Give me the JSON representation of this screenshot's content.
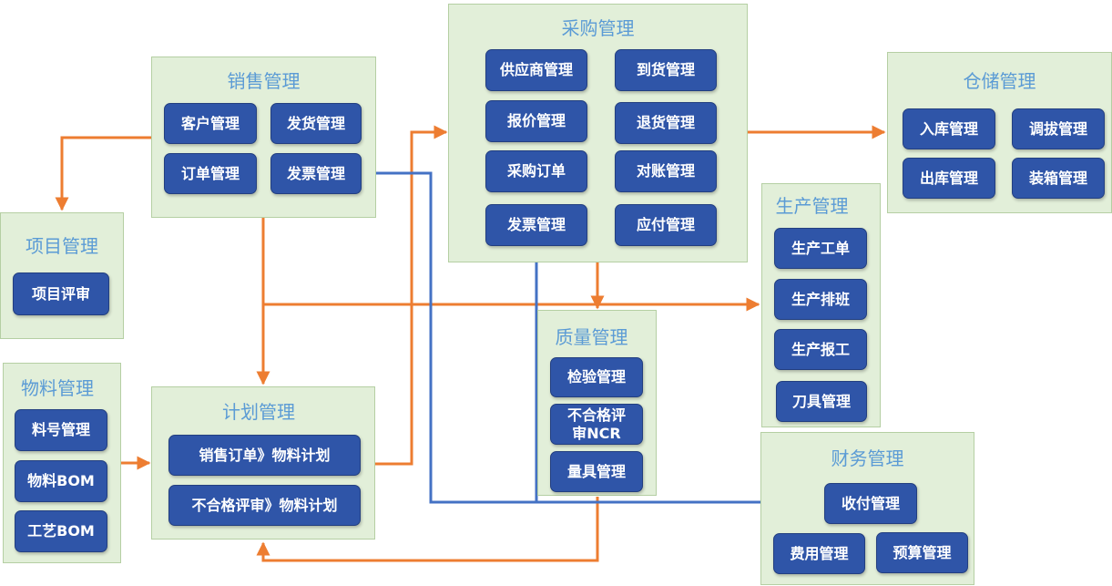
{
  "colors": {
    "panel_bg": "#e2efd9",
    "title": "#5b9bd5",
    "button": "#2f55a8",
    "arrow_orange": "#ed7d31",
    "arrow_blue": "#4472c4"
  },
  "purchase": {
    "title": "采购管理",
    "items": [
      "供应商管理",
      "到货管理",
      "报价管理",
      "退货管理",
      "采购订单",
      "对账管理",
      "发票管理",
      "应付管理"
    ]
  },
  "sales": {
    "title": "销售管理",
    "items": [
      "客户管理",
      "发货管理",
      "订单管理",
      "发票管理"
    ]
  },
  "warehouse": {
    "title": "仓储管理",
    "items": [
      "入库管理",
      "调拔管理",
      "出库管理",
      "装箱管理"
    ]
  },
  "project": {
    "title": "项目管理",
    "items": [
      "项目评审"
    ]
  },
  "production": {
    "title": "生产管理",
    "items": [
      "生产工单",
      "生产排班",
      "生产报工",
      "刀具管理"
    ]
  },
  "quality": {
    "title": "质量管理",
    "items": [
      "检验管理",
      "不合格评审NCR",
      "量具管理"
    ]
  },
  "material": {
    "title": "物料管理",
    "items": [
      "料号管理",
      "物料BOM",
      "工艺BOM"
    ]
  },
  "plan": {
    "title": "计划管理",
    "items": [
      "销售订单》物料计划",
      "不合格评审》物料计划"
    ]
  },
  "finance": {
    "title": "财务管理",
    "items": [
      "收付管理",
      "费用管理",
      "预算管理"
    ]
  }
}
